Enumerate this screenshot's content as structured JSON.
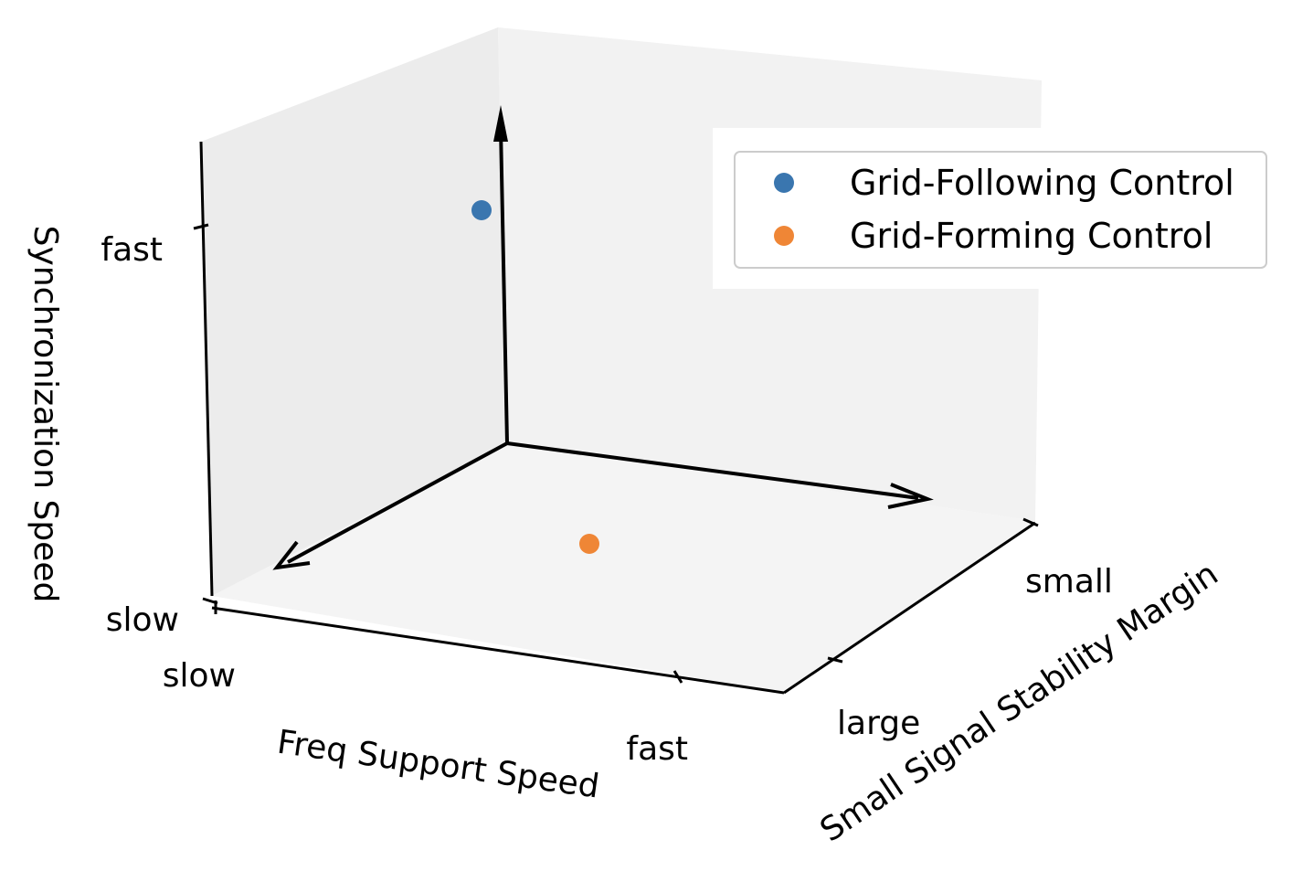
{
  "chart_data": {
    "type": "scatter",
    "projection": "3d",
    "title": "",
    "xlabel": "Freq Support Speed",
    "ylabel": "Small Signal Stability Margin",
    "zlabel": "Synchronization Speed",
    "x_ticks": [
      "slow",
      "fast"
    ],
    "y_ticks": [
      "large",
      "small"
    ],
    "z_ticks": [
      "slow",
      "fast"
    ],
    "grid": false,
    "legend_position": "upper right",
    "series": [
      {
        "name": "Grid-Following Control",
        "color": "#3a76af",
        "x": "slow",
        "y": "small",
        "z": "fast"
      },
      {
        "name": "Grid-Forming Control",
        "color": "#ef8636",
        "x": "fast",
        "y": "large",
        "z": "slow"
      }
    ]
  }
}
